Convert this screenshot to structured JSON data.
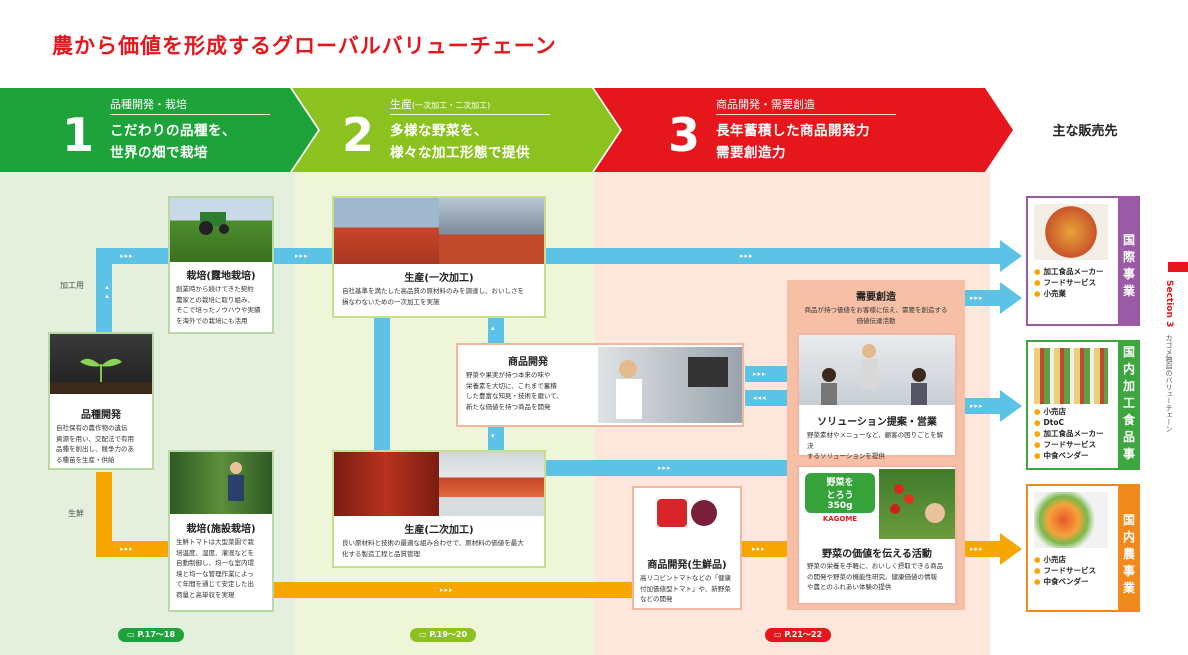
{
  "title": "農から価値を形成するグローバルバリューチェーン",
  "stages": [
    {
      "num": "1",
      "caption": "品種開発・栽培",
      "caption_sub": "",
      "line1": "こだわりの品種を、",
      "line2": "世界の畑で栽培"
    },
    {
      "num": "2",
      "caption": "生産",
      "caption_sub": "(一次加工・二次加工)",
      "line1": "多様な野菜を、",
      "line2": "様々な加工形態で提供"
    },
    {
      "num": "3",
      "caption": "商品開発・需要創造",
      "caption_sub": "",
      "line1": "長年蓄積した商品開発力",
      "line2": "需要創造力"
    }
  ],
  "channels_title": "主な販売先",
  "labels": {
    "processing": "加工用",
    "fresh": "生鮮"
  },
  "boxes": {
    "breeding": {
      "title": "品種開発",
      "desc": [
        "自社保有の農作物の遺伝",
        "資源を用い、交配法で有用",
        "品種を創出し、競争力のあ",
        "る種苗を生産・供給"
      ]
    },
    "open_field": {
      "title": "栽培(露地栽培)",
      "desc": [
        "創業時から続けてきた契約",
        "農家との栽培に取り組み、",
        "そこで培ったノウハウや実績",
        "を海外での栽培にも活用"
      ]
    },
    "facility": {
      "title": "栽培(施設栽培)",
      "desc": [
        "生鮮トマトは大型菜園で栽",
        "培温度、湿度、灌漑などを",
        "自動制御し、均一な室内環",
        "境と均一な管理作業によっ",
        "て年間を通じて安定した出",
        "荷量と高単収を実現"
      ]
    },
    "primary": {
      "title": "生産(一次加工)",
      "desc": [
        "自社基準を満たした高品質の原材料のみを調達し、おいしさを",
        "損なわないための一次加工を実施"
      ]
    },
    "secondary": {
      "title": "生産(二次加工)",
      "desc": [
        "良い原材料と技術の最適な組み合わせで、原材料の価値を最大",
        "化する製造工程と品質管理"
      ]
    },
    "product_dev": {
      "title": "商品開発",
      "desc": [
        "野菜や果実が持つ本来の味や",
        "栄養素を大切に、これまで蓄積",
        "した豊富な知見・技術を磨いて、",
        "新たな価値を持つ商品を開発"
      ]
    },
    "fresh_dev": {
      "title": "商品開発(生鮮品)",
      "desc": [
        "高リコピントマトなどの「健康",
        "付加価値型トマト」や、新野菜",
        "などの開発"
      ]
    },
    "demand": {
      "title": "需要創造",
      "desc": [
        "商品が持つ価値をお客様に伝え、需要を創造する",
        "価値伝達活動"
      ]
    },
    "solution": {
      "title": "ソリューション提案・営業",
      "desc": [
        "野菜素材やメニューなど、顧客の困りごとを解決",
        "するソリューションを提供"
      ]
    },
    "value_comm": {
      "title": "野菜の価値を伝える活動",
      "desc": [
        "野菜の栄養を手軽に、おいしく摂取できる商品",
        "の開発や野菜の機能性研究、健康価値の情報",
        "や農とのふれあい体験の提供"
      ]
    }
  },
  "logo_text": {
    "line1": "野菜を",
    "line2": "とろう",
    "line3": "350g",
    "brand": "KAGOME"
  },
  "channels": [
    {
      "tag": "国際事業",
      "tag_chars": [
        "国",
        "際",
        "事",
        "業"
      ],
      "color": "#9b5aa6",
      "items": [
        "加工食品メーカー",
        "フードサービス",
        "小売業"
      ]
    },
    {
      "tag": "国内加工食品事業",
      "tag_chars": [
        "国",
        "内",
        "加",
        "工",
        "食",
        "品",
        "事",
        "業"
      ],
      "color": "#3ea63e",
      "items": [
        "小売店",
        "DtoC",
        "加工食品メーカー",
        "フードサービス",
        "中食ベンダー"
      ]
    },
    {
      "tag": "国内農事業",
      "tag_chars": [
        "国",
        "内",
        "農",
        "事",
        "業"
      ],
      "color": "#f08a1c",
      "items": [
        "小売店",
        "フードサービス",
        "中食ベンダー"
      ]
    }
  ],
  "page_refs": [
    "P.17〜18",
    "P.19〜20",
    "P.21〜22"
  ],
  "side": {
    "section": "Section 3",
    "text": "カゴメ独自のバリューチェーン"
  },
  "colors": {
    "red": "#e5161c",
    "green": "#1da33a",
    "lime": "#8cc21f",
    "blue": "#5cc3e6",
    "orange": "#f7a600"
  }
}
